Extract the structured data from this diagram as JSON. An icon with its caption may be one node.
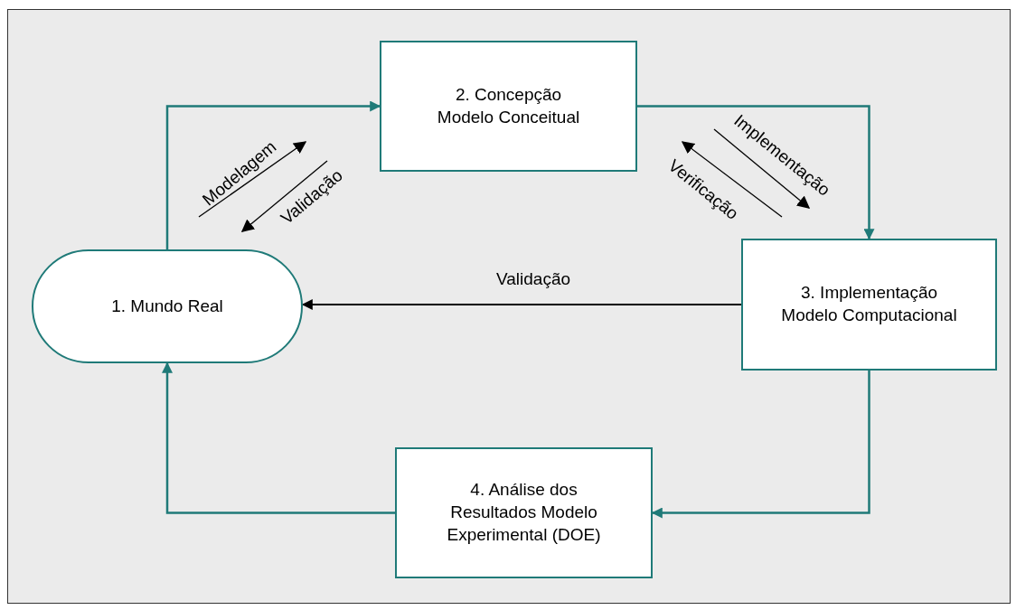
{
  "diagram": {
    "nodes": [
      {
        "text": [
          "1. Mundo Real"
        ]
      },
      {
        "text": [
          "2. Concepção Modelo Conceitual"
        ]
      },
      {
        "text": [
          "3. Implementação Modelo Computacional"
        ]
      },
      {
        "text": [
          "4. Análise dos Resultados Modelo Experimental (DOE)"
        ]
      }
    ],
    "edges": [
      {
        "from": 0,
        "to": 1,
        "arrow": "to"
      },
      {
        "from": 1,
        "to": 2,
        "arrow": "to"
      },
      {
        "from": 2,
        "to": 0,
        "arrow": "to",
        "label": "Validação",
        "color": "#000000"
      },
      {
        "from": 2,
        "to": 3,
        "arrow": "to"
      },
      {
        "from": 3,
        "to": 0,
        "arrow": "to"
      }
    ],
    "labels": [
      "Modelagem",
      "Validação",
      "Implementação",
      "Verificação"
    ]
  }
}
